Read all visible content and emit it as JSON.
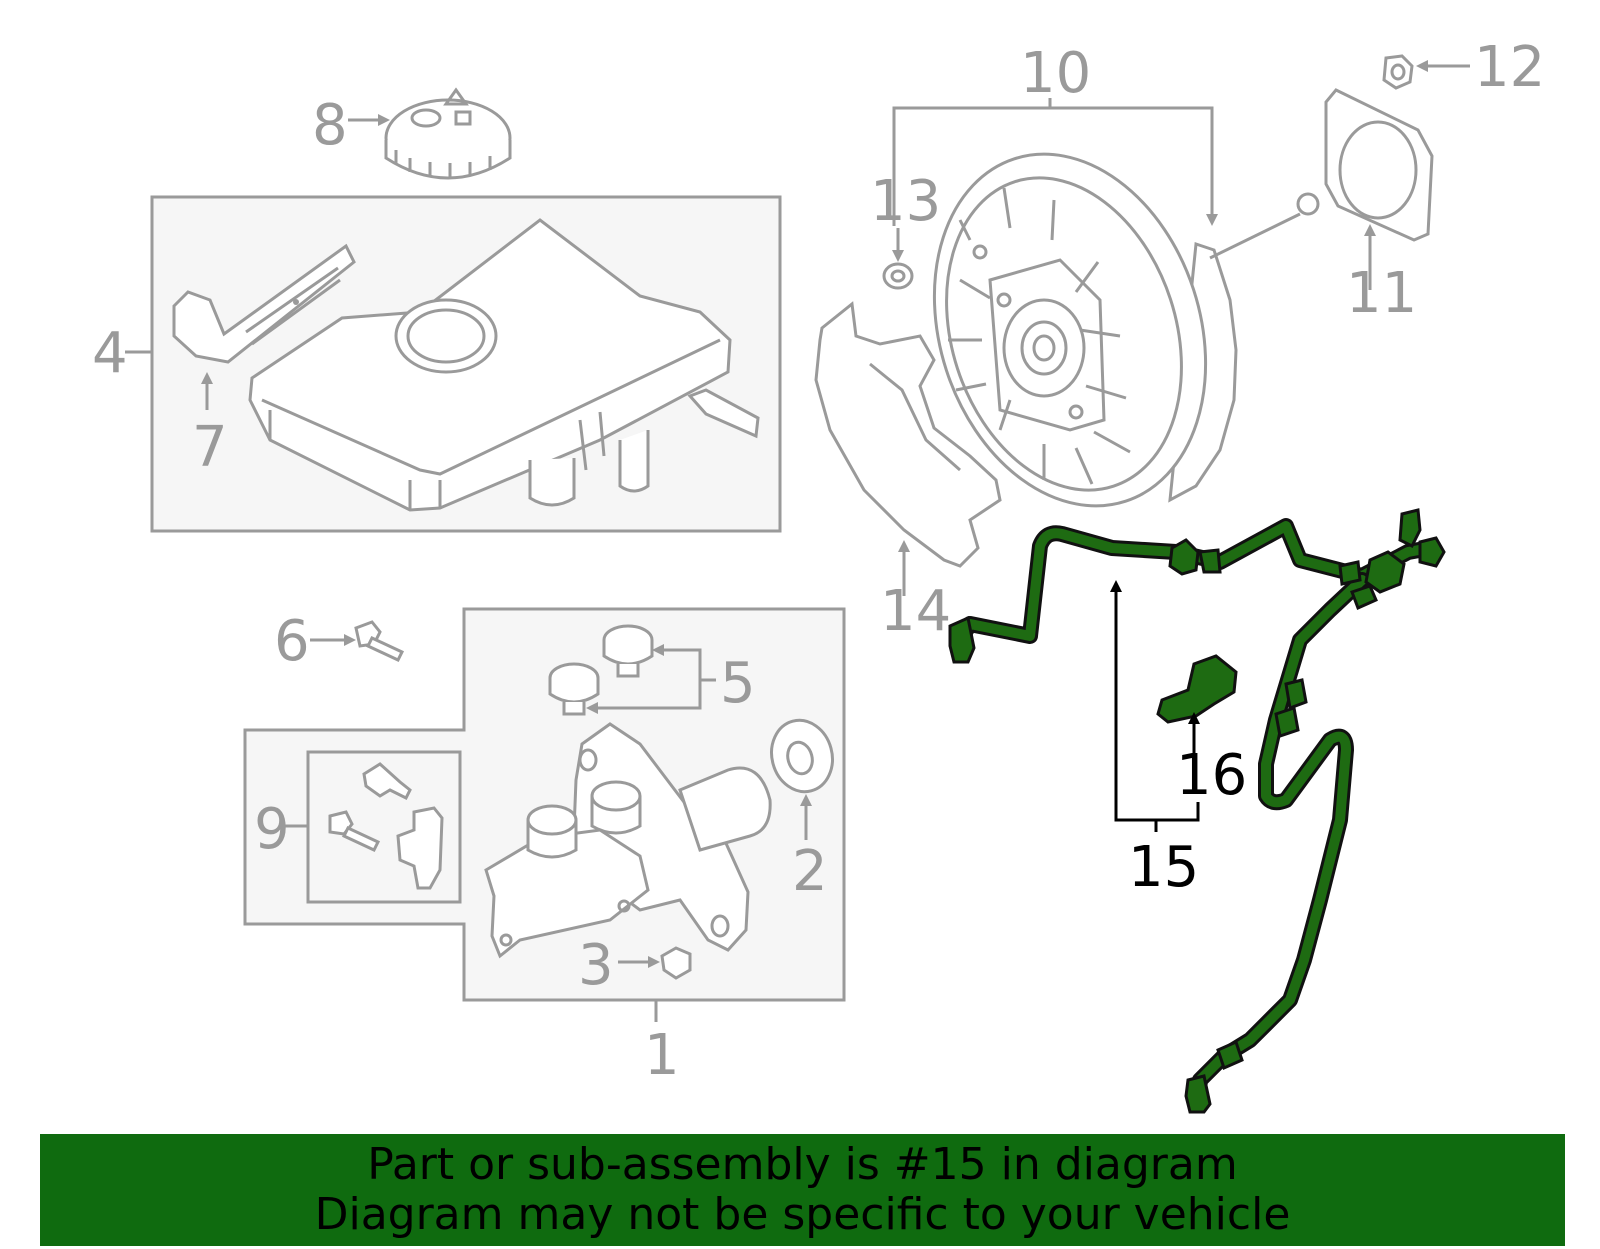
{
  "colors": {
    "highlight": "#1e6b12",
    "banner": "#0f6b0f",
    "parts": "#9a9a9a"
  },
  "callouts": {
    "c1": "1",
    "c2": "2",
    "c3": "3",
    "c4": "4",
    "c5": "5",
    "c6": "6",
    "c7": "7",
    "c8": "8",
    "c9": "9",
    "c10": "10",
    "c11": "11",
    "c12": "12",
    "c13": "13",
    "c14": "14",
    "c15": "15",
    "c16": "16"
  },
  "highlighted_part": "15",
  "banner": {
    "line1": "Part or sub-assembly is #15 in diagram",
    "line2": "Diagram may not be specific to your vehicle"
  }
}
